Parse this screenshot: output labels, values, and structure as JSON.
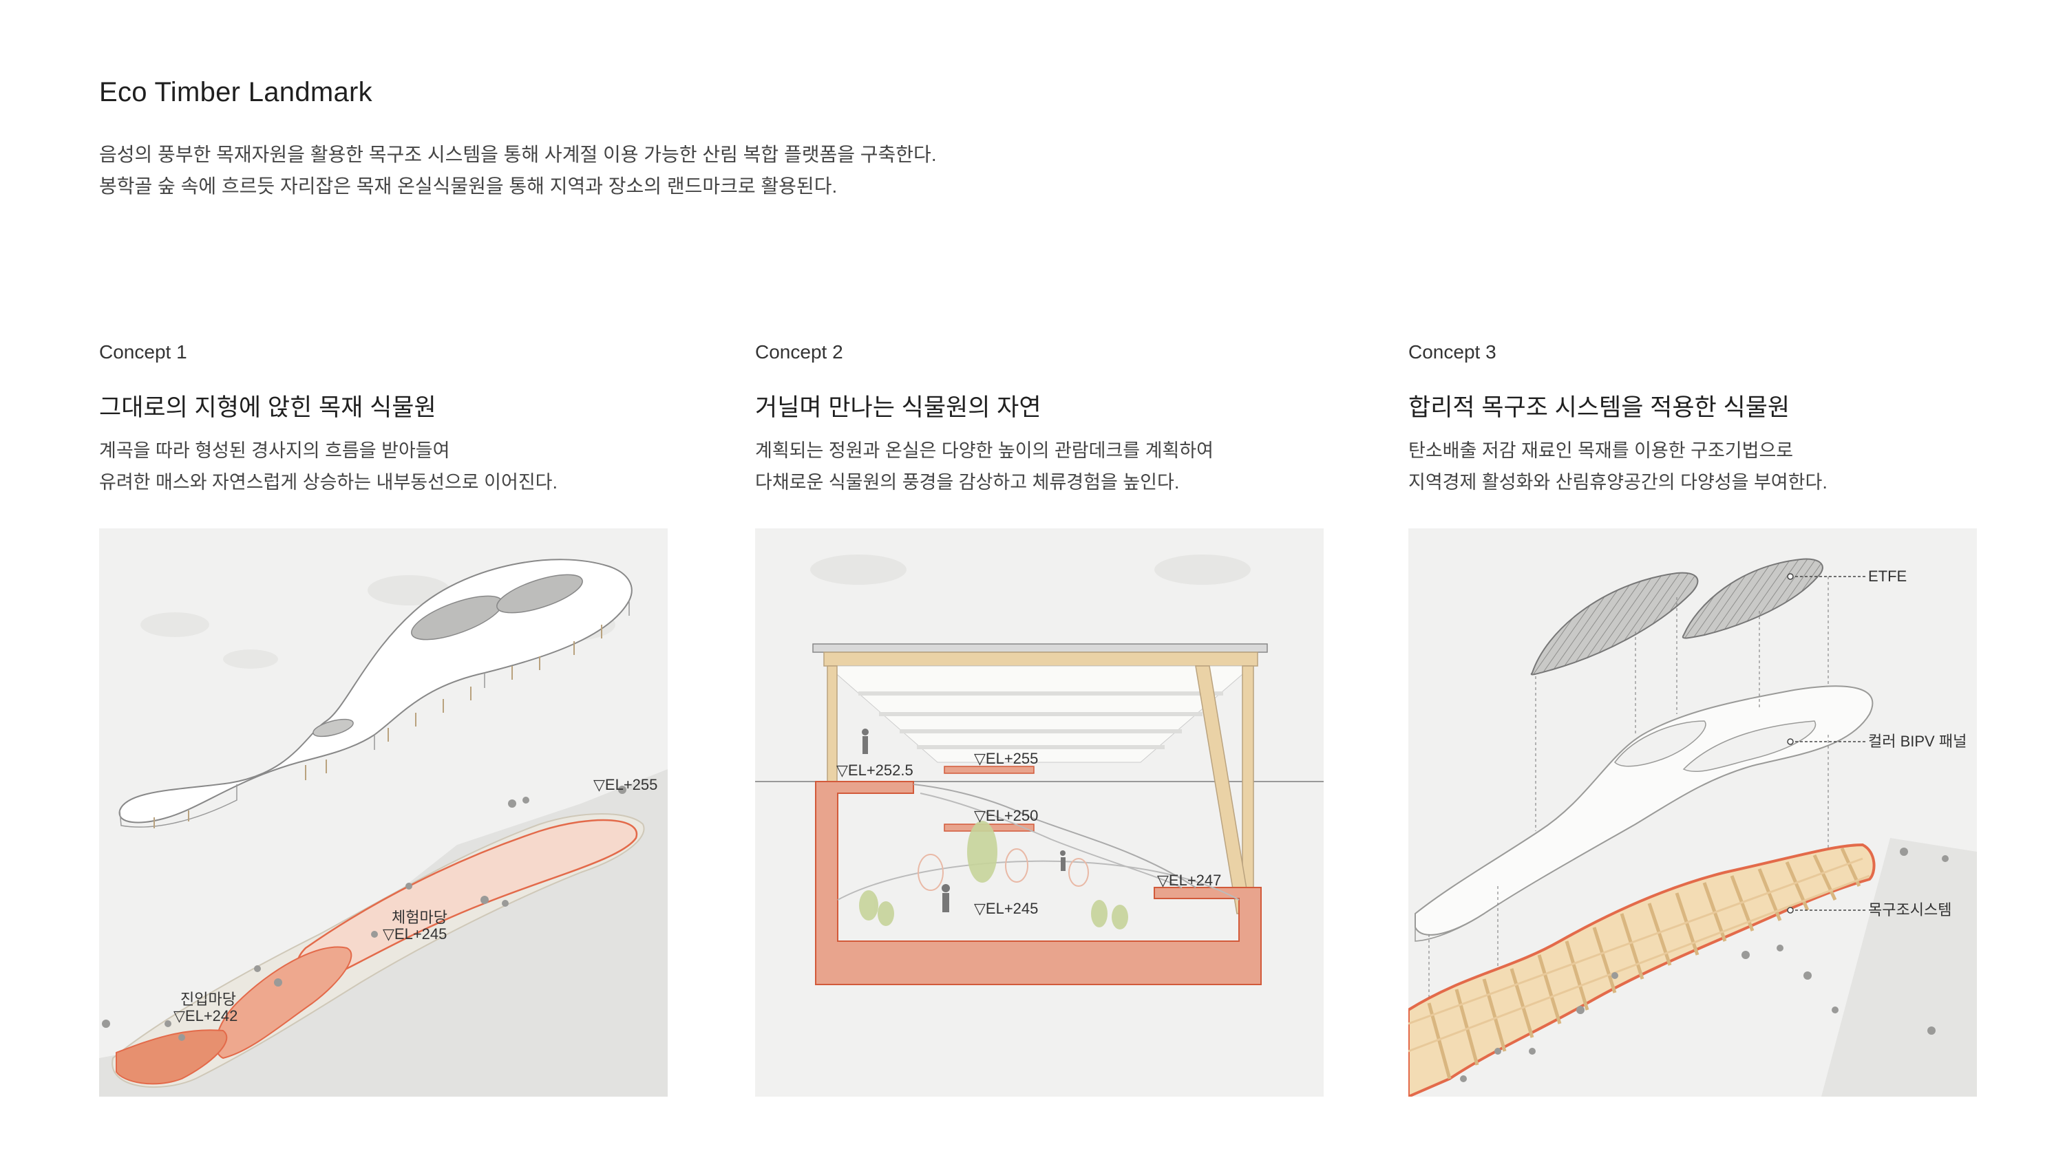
{
  "header": {
    "title": "Eco Timber Landmark",
    "intro_lines": [
      "음성의 풍부한 목재자원을 활용한 목구조 시스템을 통해 사계절 이용 가능한 산림 복합 플랫폼을 구축한다.",
      "봉학골 숲 속에 흐르듯 자리잡은 목재 온실식물원을 통해 지역과 장소의 랜드마크로 활용된다."
    ]
  },
  "concepts": [
    {
      "label": "Concept 1",
      "heading": "그대로의 지형에 앉힌 목재 식물원",
      "body": [
        "계곡을 따라 형성된 경사지의 흐름을 받아들여",
        "유려한 매스와 자연스럽게 상승하는 내부동선으로 이어진다."
      ],
      "diagram": {
        "labels": [
          "▽EL+255",
          "체험마당",
          "▽EL+245",
          "진입마당",
          "▽EL+242"
        ]
      }
    },
    {
      "label": "Concept 2",
      "heading": "거닐며 만나는 식물원의 자연",
      "body": [
        "계획되는 정원과 온실은 다양한 높이의 관람데크를 계획하여",
        "다채로운 식물원의 풍경을 감상하고 체류경험을 높인다."
      ],
      "diagram": {
        "labels": [
          "▽EL+252.5",
          "▽EL+255",
          "▽EL+250",
          "▽EL+247",
          "▽EL+245"
        ]
      }
    },
    {
      "label": "Concept 3",
      "heading": "합리적 목구조 시스템을 적용한 식물원",
      "body": [
        "탄소배출 저감 재료인 목재를 이용한 구조기법으로",
        "지역경제 활성화와 산림휴양공간의 다양성을 부여한다."
      ],
      "diagram": {
        "labels": [
          "ETFE",
          "컬러 BIPV 패널",
          "목구조시스템"
        ]
      }
    }
  ],
  "colors": {
    "accent": "#e36a4a",
    "salmon": "#e8a48d",
    "timber": "#e5c48f",
    "panel_bg": "#f1f1f0"
  }
}
